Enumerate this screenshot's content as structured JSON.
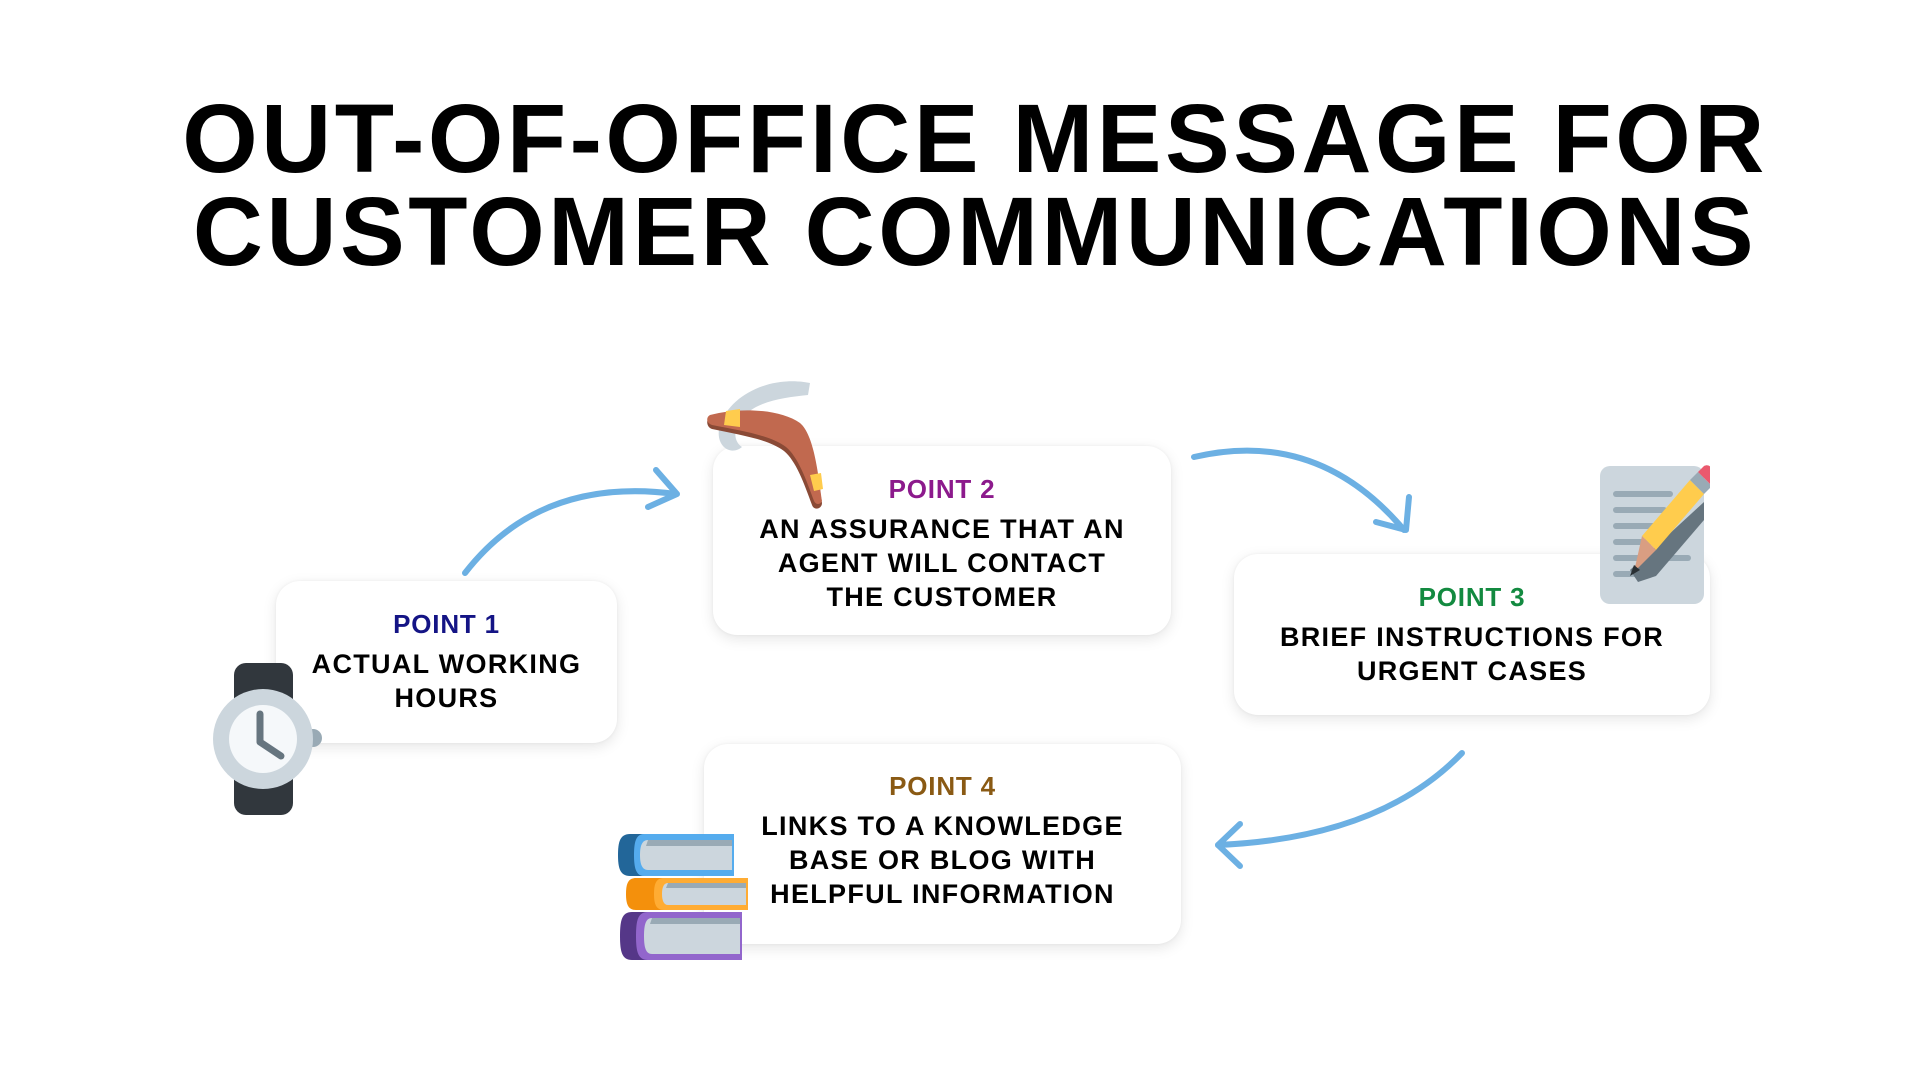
{
  "title": {
    "line1": "OUT-OF-OFFICE MESSAGE FOR",
    "line2": "CUSTOMER COMMUNICATIONS"
  },
  "points": [
    {
      "label": "POINT 1",
      "text": "ACTUAL WORKING HOURS",
      "lines": [
        "ACTUAL WORKING",
        "HOURS"
      ],
      "color": "#141485",
      "icon": "watch-icon"
    },
    {
      "label": "POINT 2",
      "text": "AN ASSURANCE THAT AN AGENT WILL CONTACT THE CUSTOMER",
      "lines": [
        "AN ASSURANCE THAT AN",
        "AGENT WILL CONTACT",
        "THE CUSTOMER"
      ],
      "color": "#8c1a8c",
      "icon": "boomerang-icon"
    },
    {
      "label": "POINT 3",
      "text": "BRIEF INSTRUCTIONS FOR URGENT CASES",
      "lines": [
        "BRIEF INSTRUCTIONS FOR",
        "URGENT CASES"
      ],
      "color": "#138a40",
      "icon": "memo-icon"
    },
    {
      "label": "POINT 4",
      "text": "LINKS TO A KNOWLEDGE BASE OR BLOG WITH HELPFUL INFORMATION",
      "lines": [
        "LINKS TO A KNOWLEDGE",
        "BASE OR BLOG WITH",
        "HELPFUL INFORMATION"
      ],
      "color": "#8a5a14",
      "icon": "books-icon"
    }
  ],
  "flow": [
    "POINT 1",
    "POINT 2",
    "POINT 3",
    "POINT 4"
  ],
  "colors": {
    "arrow": "#6cb0e3",
    "background": "#ffffff",
    "text": "#000000"
  }
}
